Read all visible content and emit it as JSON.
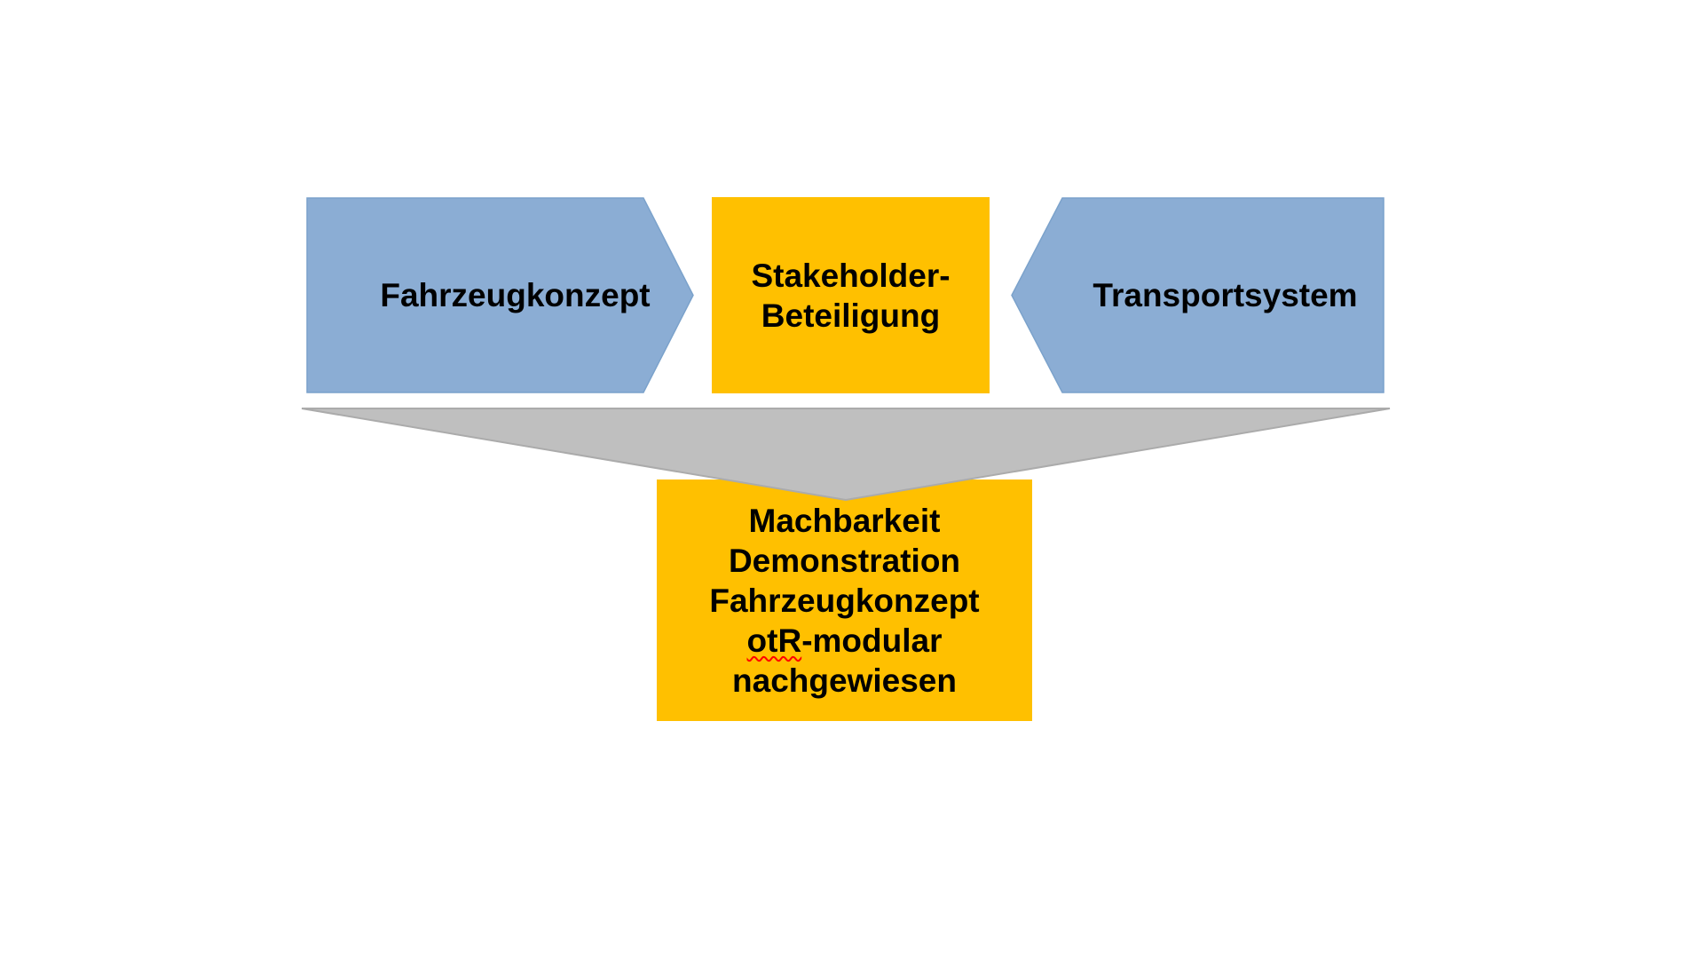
{
  "colors": {
    "arrow_blue": "#8BADD4",
    "arrow_blue_border": "#7BA2CB",
    "box_yellow": "#FFC000",
    "funnel_gray": "#BFBFBF",
    "funnel_border": "#ABABAB",
    "text_black": "#000000",
    "spellcheck_red": "#FF0000",
    "background": "#FFFFFF"
  },
  "diagram": {
    "left_arrow": {
      "label": "Fahrzeugkonzept"
    },
    "center_box": {
      "line1": "Stakeholder-",
      "line2": "Beteiligung"
    },
    "right_arrow": {
      "label": "Transportsystem"
    },
    "result_box": {
      "line1": "Machbarkeit",
      "line2": "Demonstration",
      "line3": "Fahrzeugkonzept",
      "line4_misspelled": "otR",
      "line4_rest": "-modular",
      "line5": "nachgewiesen"
    }
  }
}
